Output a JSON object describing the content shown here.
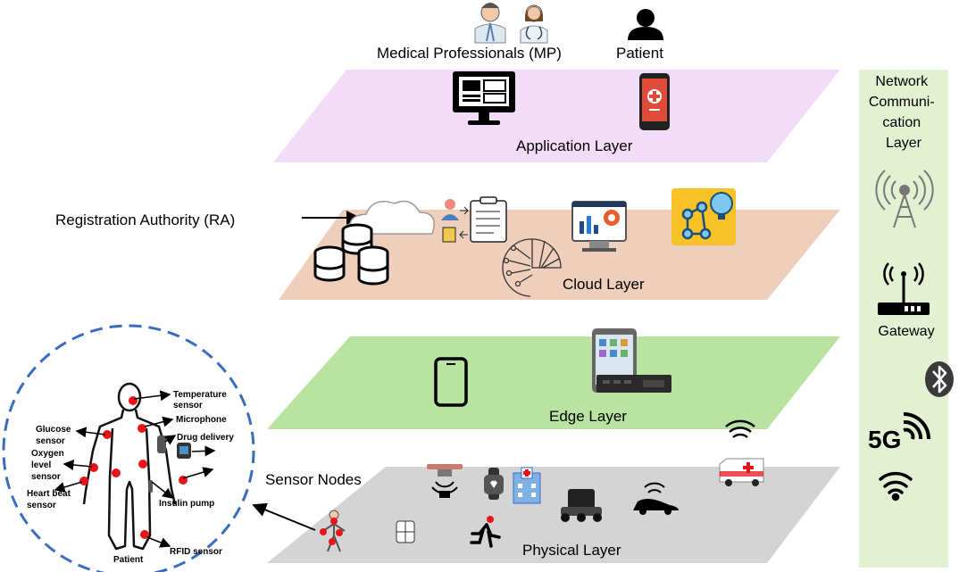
{
  "top": {
    "medical_professionals": "Medical Professionals (MP)",
    "patient": "Patient"
  },
  "network": {
    "title_lines": [
      "Network",
      "Communi-",
      "cation",
      "Layer"
    ],
    "gateway": "Gateway",
    "five_g": "5G"
  },
  "layers": {
    "application": "Application Layer",
    "cloud": "Cloud Layer",
    "edge": "Edge Layer",
    "physical": "Physical Layer"
  },
  "registration_authority": "Registration Authority (RA)",
  "sensor_nodes": "Sensor Nodes",
  "body": {
    "temperature_sensor_lines": [
      "Temperature",
      "sensor"
    ],
    "microphone": "Microphone",
    "drug_delivery": "Drug delivery",
    "glucose_sensor_lines": [
      "Glucose",
      "sensor"
    ],
    "oxygen_sensor_lines": [
      "Oxygen",
      "level",
      "sensor"
    ],
    "heart_beat_lines": [
      "Heart beat",
      "sensor"
    ],
    "insulin_pump": "Insulin pump",
    "rfid_sensor": "RFID sensor",
    "patient": "Patient"
  },
  "colors": {
    "application_layer": "#f2dcf7",
    "cloud_layer": "#efcfbb",
    "edge_layer": "#b8e3a0",
    "physical_layer": "#d4d4d4",
    "network_panel": "#e3f1d2",
    "sensor_dot": "#e8141a",
    "circle_border": "#3a6cc0"
  },
  "icons": [
    "doctor-icon",
    "nurse-icon",
    "patient-person-icon",
    "monitor-dashboard-icon",
    "smartphone-medical-app-icon",
    "cloud-icon",
    "database-icon",
    "patient-record-icon",
    "analytics-monitor-icon",
    "ai-brain-icon",
    "lightbulb-network-icon",
    "tablet-icon",
    "edge-server-icon",
    "cell-tower-icon",
    "router-icon",
    "bluetooth-icon",
    "wifi-icon",
    "drone-icon",
    "smartwatch-icon",
    "hospital-icon",
    "delivery-robot-icon",
    "car-icon",
    "ambulance-icon",
    "runner-icon",
    "wearable-sensor-icon",
    "human-body-icon"
  ]
}
